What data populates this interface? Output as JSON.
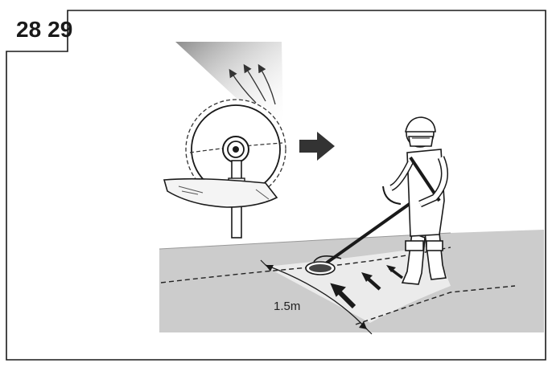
{
  "figure": {
    "number_left": "28",
    "number_right": "29",
    "distance_label": "1.5m"
  },
  "icons": {
    "blade_detail": "blade-guard-detail-icon",
    "direction_arrow": "right-arrow-icon",
    "operator": "operator-with-trimmer-icon"
  },
  "colors": {
    "outline": "#1a1a1a",
    "ground": "#cccccc",
    "cut_path": "#ebebeb",
    "spray_shade": "#9a9a9a"
  }
}
